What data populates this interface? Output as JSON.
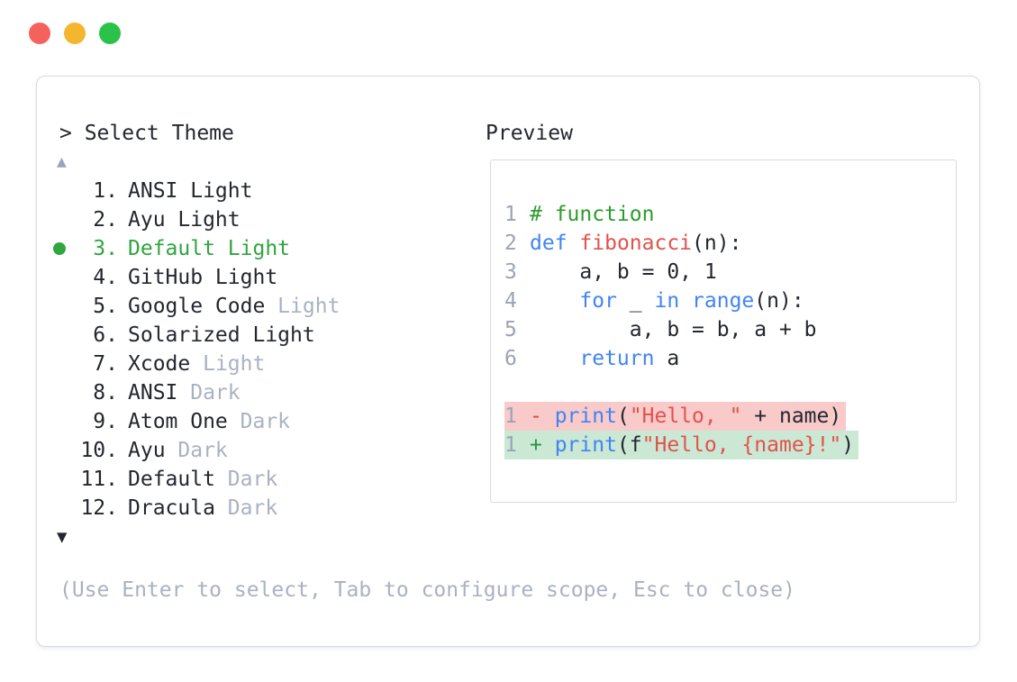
{
  "window": {
    "traffic_lights": [
      {
        "name": "close",
        "color": "#f4625d"
      },
      {
        "name": "minimize",
        "color": "#f5b62f"
      },
      {
        "name": "zoom",
        "color": "#2bc249"
      }
    ]
  },
  "picker": {
    "prompt": "> Select Theme",
    "scroll_up_icon": "▲",
    "scroll_down_icon": "▼",
    "items": [
      {
        "num": "1.",
        "name": "ANSI Light",
        "suffix": "",
        "selected": false
      },
      {
        "num": "2.",
        "name": "Ayu Light",
        "suffix": "",
        "selected": false
      },
      {
        "num": "3.",
        "name": "Default Light",
        "suffix": "",
        "selected": true
      },
      {
        "num": "4.",
        "name": "GitHub Light",
        "suffix": "",
        "selected": false
      },
      {
        "num": "5.",
        "name": "Google Code",
        "suffix": "Light",
        "selected": false
      },
      {
        "num": "6.",
        "name": "Solarized Light",
        "suffix": "",
        "selected": false
      },
      {
        "num": "7.",
        "name": "Xcode",
        "suffix": "Light",
        "selected": false
      },
      {
        "num": "8.",
        "name": "ANSI",
        "suffix": "Dark",
        "selected": false
      },
      {
        "num": "9.",
        "name": "Atom One",
        "suffix": "Dark",
        "selected": false
      },
      {
        "num": "10.",
        "name": "Ayu",
        "suffix": "Dark",
        "selected": false
      },
      {
        "num": "11.",
        "name": "Default",
        "suffix": "Dark",
        "selected": false
      },
      {
        "num": "12.",
        "name": "Dracula",
        "suffix": "Dark",
        "selected": false
      }
    ],
    "hint": "(Use Enter to select, Tab to configure scope, Esc to close)"
  },
  "preview": {
    "title": "Preview",
    "code_lines": [
      {
        "num": "1",
        "diff": "",
        "segments": [
          {
            "t": "# function",
            "c": "comment"
          }
        ]
      },
      {
        "num": "2",
        "diff": "",
        "segments": [
          {
            "t": "def",
            "c": "keyword"
          },
          {
            "t": " ",
            "c": "plain"
          },
          {
            "t": "fibonacci",
            "c": "func"
          },
          {
            "t": "(n):",
            "c": "plain"
          }
        ]
      },
      {
        "num": "3",
        "diff": "",
        "segments": [
          {
            "t": "    a, b = 0, 1",
            "c": "plain"
          }
        ]
      },
      {
        "num": "4",
        "diff": "",
        "segments": [
          {
            "t": "    ",
            "c": "plain"
          },
          {
            "t": "for",
            "c": "keyword"
          },
          {
            "t": " _ ",
            "c": "plain"
          },
          {
            "t": "in",
            "c": "keyword"
          },
          {
            "t": " ",
            "c": "plain"
          },
          {
            "t": "range",
            "c": "keyword"
          },
          {
            "t": "(n):",
            "c": "plain"
          }
        ]
      },
      {
        "num": "5",
        "diff": "",
        "segments": [
          {
            "t": "        a, b = b, a + b",
            "c": "plain"
          }
        ]
      },
      {
        "num": "6",
        "diff": "",
        "segments": [
          {
            "t": "    ",
            "c": "plain"
          },
          {
            "t": "return",
            "c": "keyword"
          },
          {
            "t": " a",
            "c": "plain"
          }
        ]
      },
      {
        "num": "",
        "diff": "",
        "segments": []
      },
      {
        "num": "1",
        "diff": "removed",
        "segments": [
          {
            "t": "- ",
            "c": "removed"
          },
          {
            "t": "print",
            "c": "keyword"
          },
          {
            "t": "(",
            "c": "plain"
          },
          {
            "t": "\"Hello, \"",
            "c": "string"
          },
          {
            "t": " + name)",
            "c": "plain"
          }
        ]
      },
      {
        "num": "1",
        "diff": "added",
        "segments": [
          {
            "t": "+ ",
            "c": "added"
          },
          {
            "t": "print",
            "c": "keyword"
          },
          {
            "t": "(f",
            "c": "plain"
          },
          {
            "t": "\"Hello, {name}!\"",
            "c": "string"
          },
          {
            "t": ")",
            "c": "plain"
          }
        ]
      }
    ]
  },
  "colors": {
    "text_dark": "#23272e",
    "text_muted": "#a9b2c2",
    "green_selected": "#31a53e",
    "arrow_up": "#99a5ba",
    "arrow_down": "#22262e",
    "panel_border": "#d7dbe2",
    "preview_border": "#d6dade",
    "line_number": "#9ba4b5",
    "comment": "#2d9c2d",
    "keyword": "#4184f3",
    "func": "#e2524c",
    "string": "#e2524c",
    "plain": "#23272e",
    "removed": "#d9453f",
    "added": "#2a9440",
    "removed_bg": "#f9caca",
    "added_bg": "#cbe8d5"
  }
}
